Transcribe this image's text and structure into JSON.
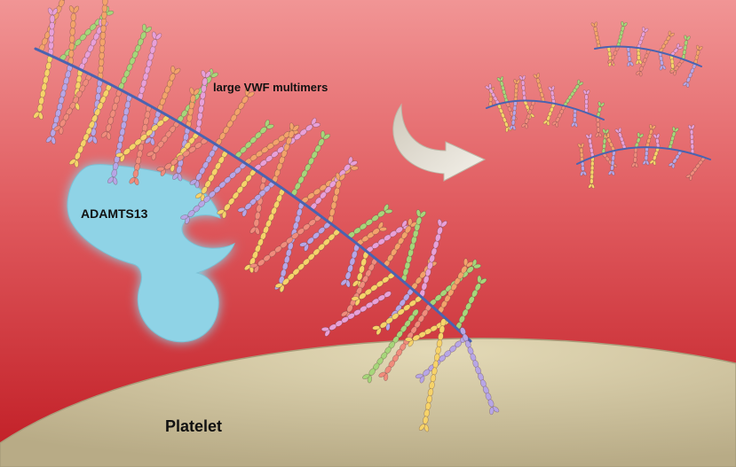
{
  "labels": {
    "multimers": "large VWF multimers",
    "enzyme": "ADAMTS13",
    "platelet": "Platelet"
  },
  "colors": {
    "background_top": "#f08a8a",
    "background_bottom": "#c41e26",
    "platelet": "#c9bd97",
    "enzyme": "#8fd3e6",
    "backbone": "#4a63b0",
    "arrow": "#e9e4d6",
    "chains": [
      "#f3a36b",
      "#f6d36a",
      "#a6d67a",
      "#b7a6e6",
      "#e8a0d8",
      "#f08c7c"
    ]
  }
}
